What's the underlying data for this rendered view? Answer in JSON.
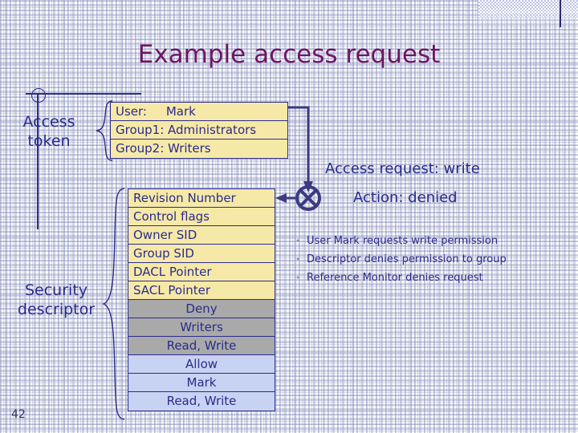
{
  "slide": {
    "title": "Example access request",
    "page_number": "42",
    "title_color": "#6e1564",
    "text_color": "#2b2b8c",
    "token_row_color": "#f6e9a8",
    "deny_row_color": "#a9a9a9",
    "allow_row_color": "#c8d2f2"
  },
  "labels": {
    "access_token": "Access\ntoken",
    "access_token_line1": "Access",
    "access_token_line2": "token",
    "security_descriptor_line1": "Security",
    "security_descriptor_line2": "descriptor"
  },
  "access_token": {
    "rows": [
      "User:     Mark",
      "Group1: Administrators",
      "Group2: Writers"
    ]
  },
  "security_descriptor": {
    "header_rows": [
      "Revision Number",
      "Control flags",
      "Owner SID",
      "Group SID",
      "DACL Pointer",
      "SACL Pointer"
    ],
    "deny_ace": [
      "Deny",
      "Writers",
      "Read, Write"
    ],
    "allow_ace": [
      "Allow",
      "Mark",
      "Read, Write"
    ]
  },
  "request": {
    "line1": "Access request: write",
    "line2": "Action: denied",
    "bullets": [
      "User Mark requests write permission",
      "Descriptor denies permission to group",
      "Reference Monitor denies request"
    ]
  },
  "icons": {
    "monitor_node": "circle-x-icon",
    "anchor_node": "circle-outline-icon"
  }
}
